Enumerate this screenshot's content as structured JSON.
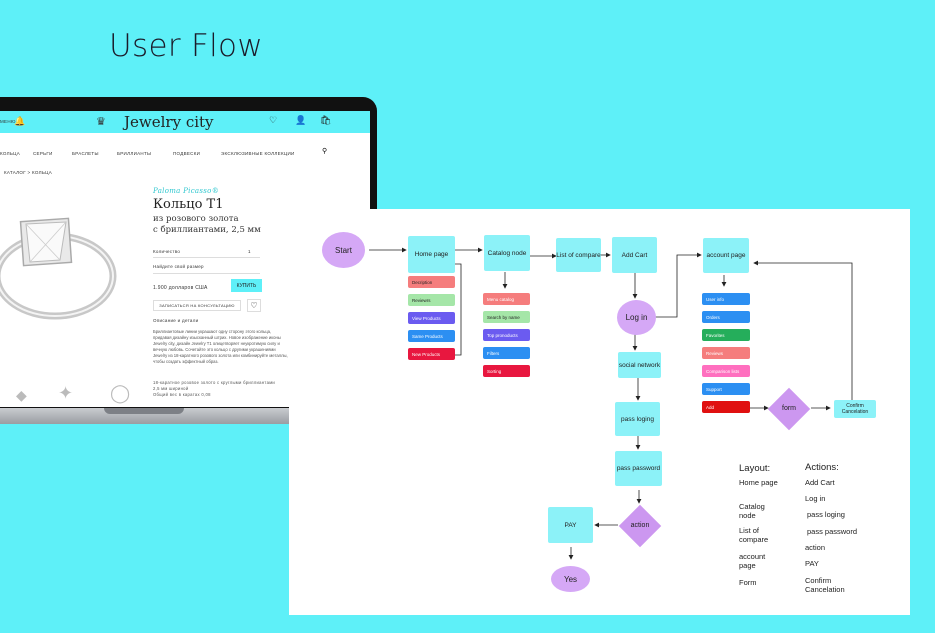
{
  "title": "User Flow",
  "site": {
    "logo": "Jewelry city",
    "nav": [
      "КОЛЬЦА",
      "СЕРЬГИ",
      "БРАСЛЕТЫ",
      "БРИЛЛИАНТЫ",
      "ПОДВЕСКИ",
      "ЭКСКЛЮЗИВНЫЕ КОЛЛЕКЦИИ"
    ],
    "breadcrumb": "КАТАЛОГ > КОЛЬЦА",
    "brand": "Paloma Picasso®",
    "product_title": "Кольцо T1",
    "product_sub1": "из розового золота",
    "product_sub2": "с бриллиантами, 2,5 мм",
    "qty_label": "Количество",
    "qty_value": "1",
    "size_label": "Найдите свой размер",
    "price": "1.900 долларов США",
    "buy": "КУПИТЬ",
    "consult": "ЗАПИСАТЬСЯ НА КОНСУЛЬТАЦИЮ",
    "desc_label": "Описание и детали",
    "desc": "Бриллиантовые линии украшают одну сторону этого кольца, придавая дизайну изысканный штрих. Новое изображение иконы Jewelry city, дизайн Jewelry T1 олицетворяет неукротимую силу и вечную любовь. Сочетайте это кольцо с другими украшениями Jewelry из 18-каратного розового золота или комбинируйте металлы, чтобы создать эффектный образ.",
    "spec1": "18-каратное розовое золото с круглыми бриллиантами",
    "spec2": "2,5 мм шириной",
    "spec3": "Общий вес в каратах 0,08"
  },
  "nodes": {
    "start": "Start",
    "home": "Home page",
    "catalog": "Catalog node",
    "compare": "List of compare",
    "addcart": "Add Cart",
    "account": "account page",
    "login": "Log in",
    "social": "social network",
    "passlog": "pass loging",
    "passpw": "pass password",
    "action": "action",
    "pay": "PAY",
    "yes": "Yes",
    "form": "form",
    "confirm": "Confirm Cancelation"
  },
  "home_subs": [
    {
      "label": "Decription",
      "color": "#f57d7d"
    },
    {
      "label": "Reviewrs",
      "color": "#a5e6a8"
    },
    {
      "label": "View Products",
      "color": "#6b5bf0"
    },
    {
      "label": "Same Products",
      "color": "#2c8ff2"
    },
    {
      "label": "New Products",
      "color": "#e8173f"
    }
  ],
  "catalog_subs": [
    {
      "label": "Menu catalog",
      "color": "#f57d7d"
    },
    {
      "label": "Search by name",
      "color": "#a5e6a8"
    },
    {
      "label": "Top pronoducts",
      "color": "#6b5bf0"
    },
    {
      "label": "Filters",
      "color": "#2c8ff2"
    },
    {
      "label": "Sorting",
      "color": "#e8173f"
    }
  ],
  "account_subs": [
    {
      "label": "User info",
      "color": "#2c8ff2"
    },
    {
      "label": "Orders",
      "color": "#2c8ff2"
    },
    {
      "label": "Favorites",
      "color": "#25ae5b"
    },
    {
      "label": "Reviews",
      "color": "#f57d7d"
    },
    {
      "label": "Comparison lists",
      "color": "#ff6fbf"
    },
    {
      "label": "Support",
      "color": "#2c8ff2"
    },
    {
      "label": "Add",
      "color": "#e01010"
    }
  ],
  "legend": {
    "layout_title": "Layout:",
    "layout_items": [
      "Home page",
      "Catalog node",
      "List of compare",
      "account page",
      "Form"
    ],
    "actions_title": "Actions:",
    "actions_items": [
      "Add Cart",
      "Log in",
      "pass loging",
      "pass password",
      "action",
      "PAY",
      "Confirm Cancelation"
    ]
  },
  "colors": {
    "background": "#5ef0f8",
    "node": "#8cf2f8",
    "oval": "#d5a8f6",
    "diamond": "#cc97f0"
  }
}
